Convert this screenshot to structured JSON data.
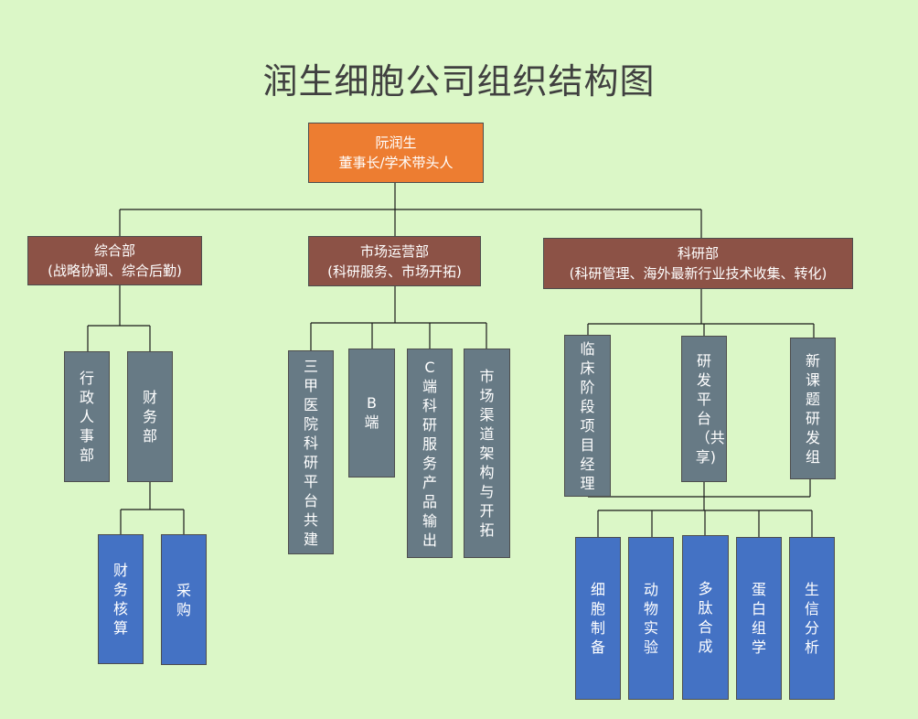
{
  "title": "润生细胞公司组织结构图",
  "top": {
    "name": "阮润生",
    "role": "董事长/学术带头人"
  },
  "departments": [
    {
      "name": "综合部",
      "desc": "(战略协调、综合后勤)"
    },
    {
      "name": "市场运营部",
      "desc": "(科研服务、市场开拓)"
    },
    {
      "name": "科研部",
      "desc": "(科研管理、海外最新行业技术收集、转化)"
    }
  ],
  "zonghe": {
    "sub": [
      "行政人事部",
      "财务部"
    ],
    "finance_sub": [
      "财务核算",
      "采购"
    ]
  },
  "market": {
    "sub": [
      "三甲医院科研平台共建",
      "B端",
      "C端科研服务产品输出",
      "市场渠道架构与开拓"
    ]
  },
  "research": {
    "sub": [
      "临床阶段项目经理",
      "研发平台（共享)",
      "新课题研发组"
    ],
    "platform_sub": [
      "细胞制备",
      "动物实验",
      "多肽合成",
      "蛋白组学",
      "生信分析"
    ]
  },
  "colors": {
    "background": "#dbf7c7",
    "top": "#ed7d31",
    "department": "#8c5246",
    "unit": "#677a85",
    "leaf": "#4472c4"
  }
}
